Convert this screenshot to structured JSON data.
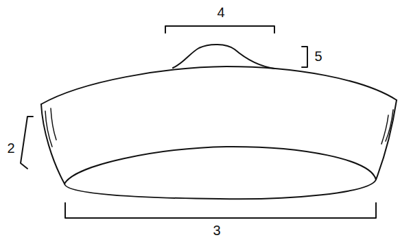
{
  "diagram": {
    "labels": [
      "4",
      "5",
      "2",
      "3"
    ]
  }
}
